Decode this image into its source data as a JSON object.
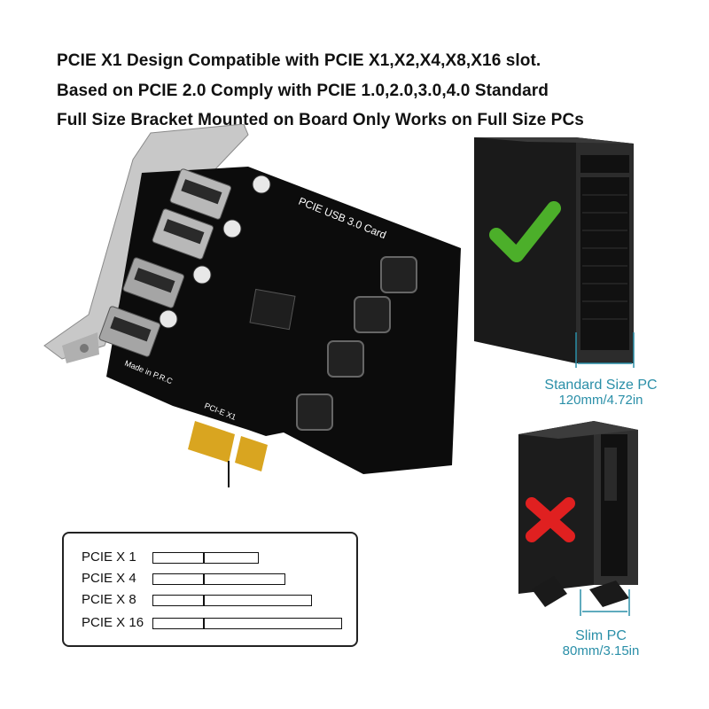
{
  "headlines": [
    "PCIE X1 Design Compatible with PCIE X1,X2,X4,X8,X16 slot.",
    "Based on PCIE 2.0 Comply with PCIE 1.0,2.0,3.0,4.0 Standard",
    "Full Size Bracket Mounted on Board Only Works on Full Size PCs"
  ],
  "card": {
    "label": "PCIE USB 3.0 Card",
    "made_in": "Made in P.R.C",
    "connector_label": "PCI-E X1"
  },
  "standard_pc": {
    "title": "Standard Size PC",
    "size": "120mm/4.72in",
    "status": "compatible",
    "status_icon": "check-icon",
    "status_color": "#4caf2a"
  },
  "slim_pc": {
    "title": "Slim PC",
    "size": "80mm/3.15in",
    "status": "incompatible",
    "status_icon": "cross-icon",
    "status_color": "#e02020"
  },
  "slots": [
    {
      "label": "PCIE X 1",
      "level": 1
    },
    {
      "label": "PCIE X 4",
      "level": 4
    },
    {
      "label": "PCIE X 8",
      "level": 8
    },
    {
      "label": "PCIE X 16",
      "level": 16
    }
  ],
  "colors": {
    "caption": "#2a8fa8",
    "pcb": "#0c0c0c",
    "gold_fingers": "#d9a520"
  }
}
